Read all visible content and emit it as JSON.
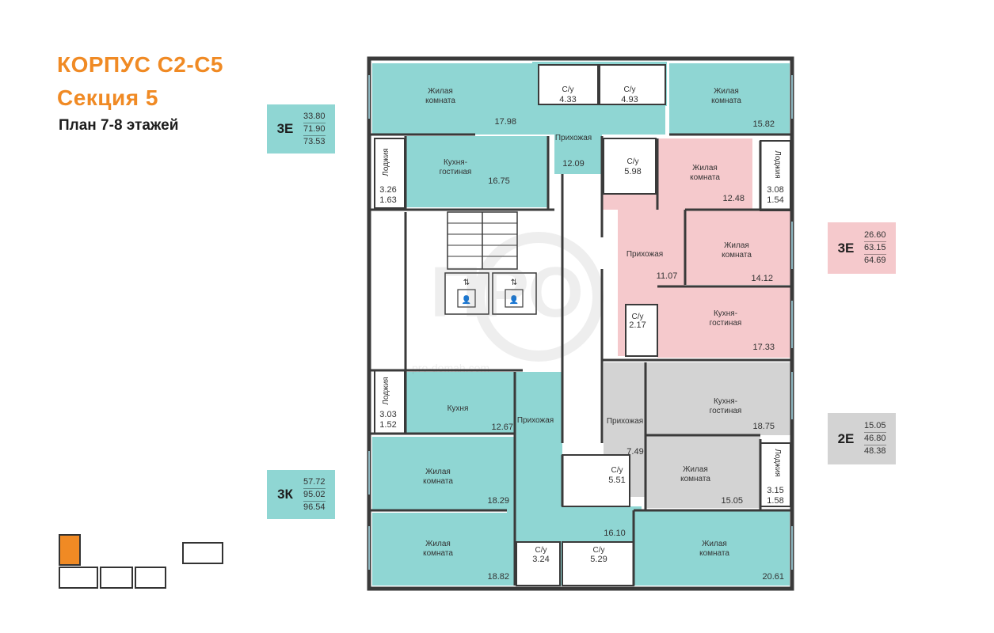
{
  "header": {
    "building": "КОРПУС С2-С5",
    "section": "Секция 5",
    "floor_plan": "План 7-8 этажей"
  },
  "apartments": [
    {
      "code": "3Е",
      "areas": [
        "33.80",
        "71.90",
        "73.53"
      ],
      "color": "#8fd6d3"
    },
    {
      "code": "3Е",
      "areas": [
        "26.60",
        "63.15",
        "64.69"
      ],
      "color": "#f5c9cc"
    },
    {
      "code": "2Е",
      "areas": [
        "15.05",
        "46.80",
        "48.38"
      ],
      "color": "#d3d3d3"
    },
    {
      "code": "3К",
      "areas": [
        "57.72",
        "95.02",
        "96.54"
      ],
      "color": "#8fd6d3"
    }
  ],
  "rooms": {
    "r1": {
      "name": [
        "Жилая",
        "комната"
      ],
      "area": "17.98"
    },
    "r2": {
      "name": [
        "С/у"
      ],
      "area": "4.33"
    },
    "r3": {
      "name": [
        "С/у"
      ],
      "area": "4.93"
    },
    "r4": {
      "name": [
        "Жилая",
        "комната"
      ],
      "area": "15.82"
    },
    "r5": {
      "name": [
        "Прихожая"
      ],
      "area": "12.09"
    },
    "r6": {
      "name": [
        "Кухня-",
        "гостиная"
      ],
      "area": "16.75"
    },
    "r7": {
      "name": [
        "Лоджия"
      ],
      "area": "3.26",
      "area2": "1.63"
    },
    "r8": {
      "name": [
        "С/у"
      ],
      "area": "5.98"
    },
    "r9": {
      "name": [
        "Жилая",
        "комната"
      ],
      "area": "12.48"
    },
    "r10": {
      "name": [
        "Лоджия"
      ],
      "area": "3.08",
      "area2": "1.54"
    },
    "r11": {
      "name": [
        "Прихожая"
      ],
      "area": "11.07"
    },
    "r12": {
      "name": [
        "Жилая",
        "комната"
      ],
      "area": "14.12"
    },
    "r13": {
      "name": [
        "С/у"
      ],
      "area": "2.17"
    },
    "r14": {
      "name": [
        "Кухня-",
        "гостиная"
      ],
      "area": "17.33"
    },
    "r15": {
      "name": [
        "Лоджия"
      ],
      "area": "3.03",
      "area2": "1.52"
    },
    "r16": {
      "name": [
        "Кухня"
      ],
      "area": "12.67"
    },
    "r17": {
      "name": [
        "Прихожая"
      ],
      "area": "16.10"
    },
    "r18": {
      "name": [
        "Кухня-",
        "гостиная"
      ],
      "area": "18.75"
    },
    "r19": {
      "name": [
        "Прихожая"
      ],
      "area": "7.49"
    },
    "r20": {
      "name": [
        "С/у"
      ],
      "area": "5.51"
    },
    "r21": {
      "name": [
        "Жилая",
        "комната"
      ],
      "area": "15.05"
    },
    "r22": {
      "name": [
        "Лоджия"
      ],
      "area": "3.15",
      "area2": "1.58"
    },
    "r23": {
      "name": [
        "Жилая",
        "комната"
      ],
      "area": "18.29"
    },
    "r24": {
      "name": [
        "Жилая",
        "комната"
      ],
      "area": "18.82"
    },
    "r25": {
      "name": [
        "С/у"
      ],
      "area": "3.24"
    },
    "r26": {
      "name": [
        "С/у"
      ],
      "area": "5.29"
    },
    "r27": {
      "name": [
        "Жилая",
        "комната"
      ],
      "area": "20.61"
    }
  },
  "colors": {
    "accent": "#f08a24",
    "teal": "#8fd6d3",
    "pink": "#f5c9cc",
    "grey": "#d3d3d3",
    "wall": "#3a3a3a"
  },
  "watermark": {
    "text": "ПРО",
    "url": "pro-domah.com"
  },
  "icons": {
    "elevator": "elevator-icon",
    "stairs": "stairs-icon"
  }
}
